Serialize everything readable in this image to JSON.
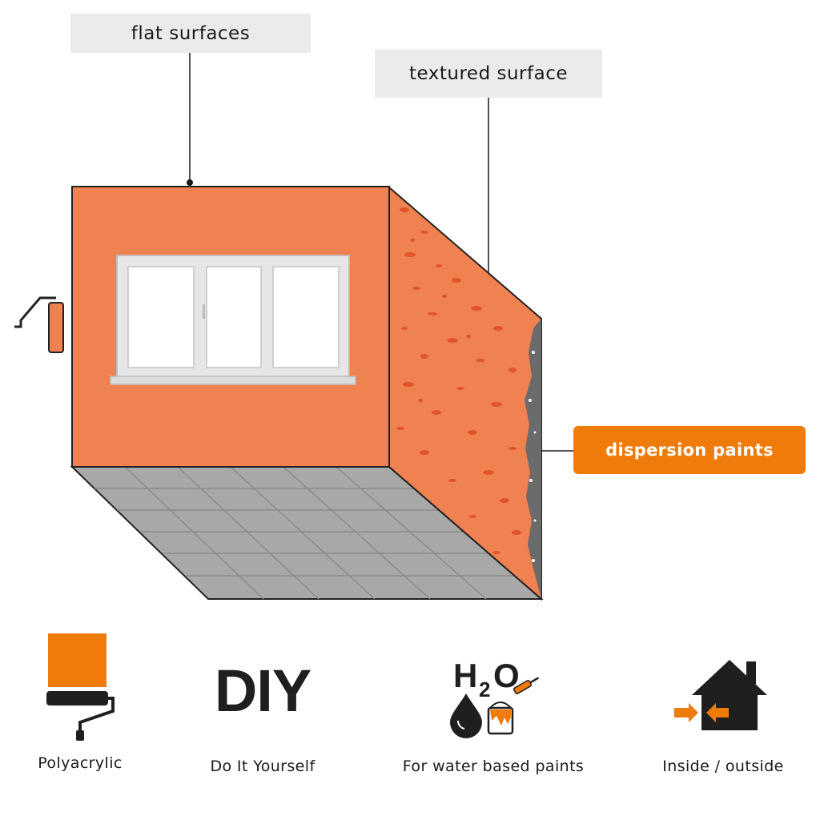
{
  "callouts": {
    "flat_surfaces": "flat surfaces",
    "textured_surface": "textured surface",
    "dispersion_paints": "dispersion paints"
  },
  "features": [
    {
      "icon": "paint-roller-icon",
      "label": "Polyacrylic"
    },
    {
      "icon": "diy-logo",
      "logo_text": "DIY",
      "label": "Do It Yourself"
    },
    {
      "icon": "water-drop-paint-bucket-icon",
      "logo_text": "H2O",
      "label": "For water based paints"
    },
    {
      "icon": "house-inside-outside-icon",
      "label": "Inside / outside"
    }
  ],
  "colors": {
    "wall_orange": "#f08150",
    "brand_orange": "#ee7b0a",
    "floor_grey": "#a6a6a6",
    "callout_grey": "#ebebeb",
    "icon_black": "#1f1f1f"
  }
}
